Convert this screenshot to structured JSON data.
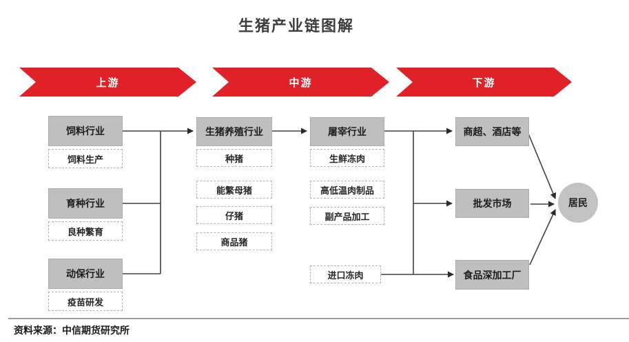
{
  "title": "生猪产业链图解",
  "banners": [
    {
      "label": "上游"
    },
    {
      "label": "中游"
    },
    {
      "label": "下游"
    }
  ],
  "upstream": {
    "groups": [
      {
        "header": "饲料行业",
        "sub": "饲料生产"
      },
      {
        "header": "育种行业",
        "sub": "良种繁育"
      },
      {
        "header": "动保行业",
        "sub": "疫苗研发"
      }
    ]
  },
  "midstream": {
    "breeding": {
      "header": "生猪养殖行业",
      "items": [
        "种猪",
        "能繁母猪",
        "仔猪",
        "商品猪"
      ]
    },
    "slaughter": {
      "header": "屠宰行业",
      "items": [
        "生鲜冻肉",
        "高低温肉制品",
        "副产品加工"
      ],
      "import_box": "进口冻肉"
    }
  },
  "downstream": {
    "channels": [
      "商超、酒店等",
      "批发市场",
      "食品深加工厂"
    ],
    "consumer": "居民"
  },
  "footer": {
    "source": "资料来源：中信期货研究所"
  },
  "colors": {
    "banner_red": "#E02127",
    "box_gray": "#BFBFBF",
    "line": "#404040"
  }
}
